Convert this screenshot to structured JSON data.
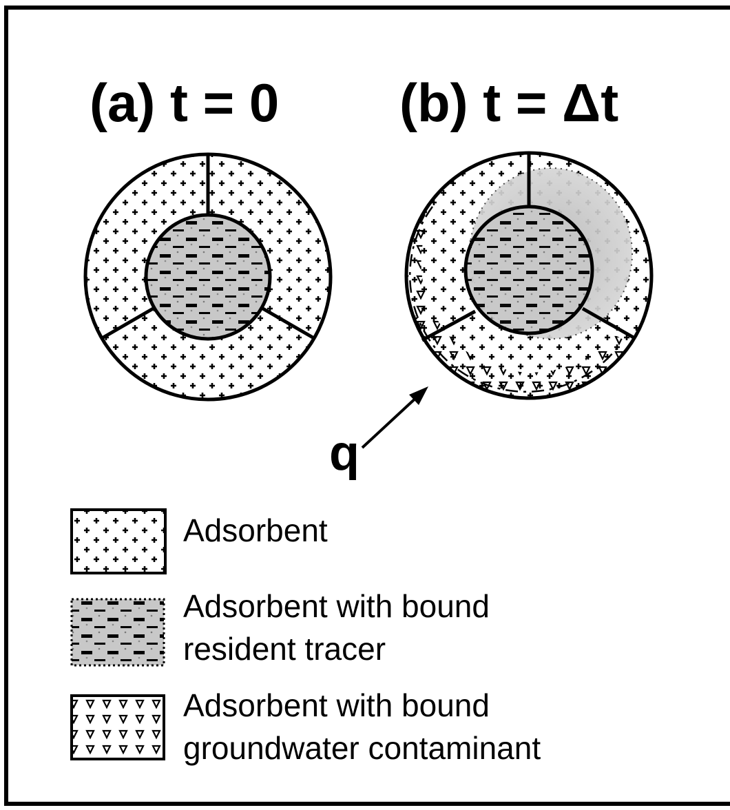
{
  "panels": {
    "a": {
      "title": "(a) t = 0"
    },
    "b": {
      "title": "(b) t = Δt"
    }
  },
  "flow_label": "q",
  "legend": {
    "adsorbent": {
      "line1": "Adsorbent"
    },
    "tracer": {
      "line1": "Adsorbent with bound",
      "line2": "resident tracer"
    },
    "contaminant": {
      "line1": "Adsorbent with bound",
      "line2": "groundwater contaminant"
    }
  },
  "colors": {
    "ink": "#000000",
    "tracer_gray": "#c8c8c8",
    "paper": "#ffffff"
  }
}
